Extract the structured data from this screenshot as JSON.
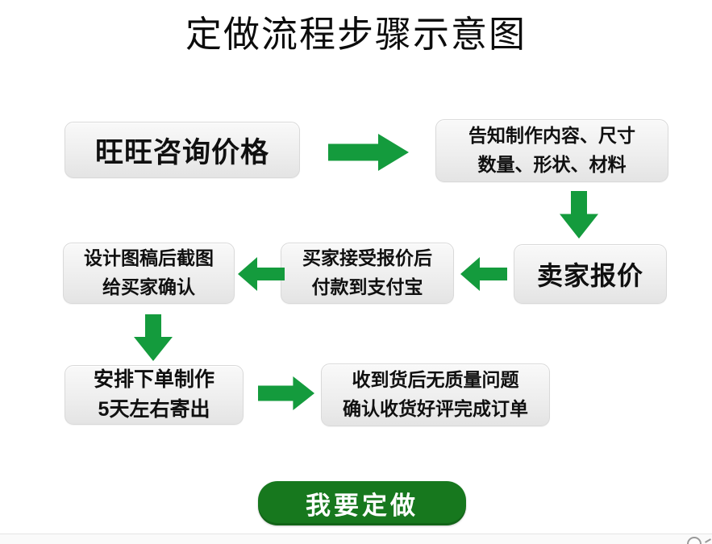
{
  "page": {
    "title": "定做流程步骤示意图"
  },
  "flow": {
    "steps": [
      {
        "name": "consult-price",
        "lines": [
          "旺旺咨询价格"
        ]
      },
      {
        "name": "inform-details",
        "lines": [
          "告知制作内容、尺寸",
          "数量、形状、材料"
        ]
      },
      {
        "name": "seller-quote",
        "lines": [
          "卖家报价"
        ]
      },
      {
        "name": "buyer-pay",
        "lines": [
          "买家接受报价后",
          "付款到支付宝"
        ]
      },
      {
        "name": "design-confirm",
        "lines": [
          "设计图稿后截图",
          "给买家确认"
        ]
      },
      {
        "name": "produce-ship",
        "lines": [
          "安排下单制作",
          "5天左右寄出"
        ]
      },
      {
        "name": "receive-review",
        "lines": [
          "收到货后无质量问题",
          "确认收货好评完成订单"
        ]
      }
    ],
    "arrow_icons": [
      "arrow-right",
      "arrow-down",
      "arrow-left",
      "arrow-left",
      "arrow-down",
      "arrow-right"
    ]
  },
  "cta": {
    "label": "我要定做"
  },
  "colors": {
    "arrow_green": "#149b3d",
    "button_green": "#17781e",
    "box_fill_top": "#f9f9f9",
    "box_fill_bottom": "#e4e4e4",
    "box_border": "#d9d9d9",
    "title_color": "#0c0c0c"
  }
}
